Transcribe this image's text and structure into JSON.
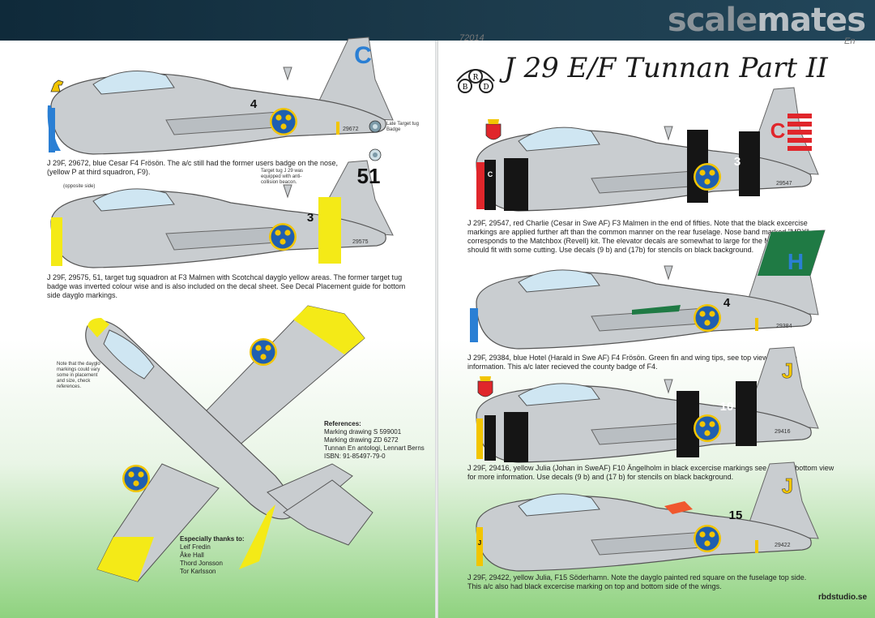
{
  "header": {
    "brand_part1": "scale",
    "brand_part2": "mates"
  },
  "sheet": {
    "kit_number": "72014",
    "language": "En",
    "title": "J 29 E/F Tunnan Part II",
    "website": "rbdstudio.se"
  },
  "left_page": {
    "aircraft1": {
      "tail_letter": "C",
      "fuselage_number": "4",
      "serial": "29672",
      "badge_caption": "Late Target tug Badge",
      "caption": "J 29F, 29672, blue Cesar F4 Frösön. The a/c still had the former users badge on the nose, (yellow P at third squadron, F9)."
    },
    "aircraft2": {
      "tail_number": "51",
      "fuselage_number": "3",
      "serial": "29575",
      "tow_note": "Target tug J 29 was equipped with anti-collision beacon.",
      "beacon_label": "(opposite side)",
      "caption": "J 29F, 29575, 51, target tug squadron at F3 Malmen with Scotchcal dayglo yellow areas. The former target tug badge was inverted colour wise and is also included on the decal sheet. See Decal Placement guide for bottom side dayglo markings."
    },
    "planform_note": "Note that the dayglo markings could vary some in placement and size, check references.",
    "references": {
      "heading": "References:",
      "items": [
        "Marking drawing S 599001",
        "Marking drawing ZD 6272",
        "Tunnan En antologi, Lennart Berns",
        "ISBN: 91-85497-79-0"
      ]
    },
    "thanks": {
      "heading": "Especially thanks to:",
      "names": [
        "Leif Fredin",
        "Åke Hall",
        "Thord Jonsson",
        "Tor Karlsson"
      ]
    }
  },
  "right_page": {
    "aircraft3": {
      "tail_letter": "C",
      "nose_letter": "C",
      "fuselage_number": "3",
      "serial": "29547",
      "caption": "J 29F, 29547, red Charlie (Cesar in Swe AF) F3 Malmen in the end of fifties. Note that the black excercise markings are applied further aft than the common manner on the rear fuselage. Nose band marked \"MBX\" corresponds to the Matchbox (Revell) kit. The elevator decals are somewhat to large for the Matchbox kit but should fit with some cutting. Use decals (9 b) and (17b) for stencils on black background."
    },
    "aircraft4": {
      "tail_letter": "H",
      "fuselage_number": "4",
      "serial": "29384",
      "caption": "J 29F, 29384, blue Hotel (Harald in Swe AF) F4 Frösön. Green fin and wing tips, see top view for more information. This a/c later recieved the county badge of F4."
    },
    "aircraft5": {
      "tail_letter": "J",
      "fuselage_number": "10",
      "serial": "29416",
      "caption": "J 29F, 29416, yellow Julia (Johan in SweAF) F10 Ängelholm in black excercise markings see top and bottom view for more information. Use decals (9 b) and (17 b) for stencils on black background."
    },
    "aircraft6": {
      "tail_letter": "J",
      "nose_letter": "J",
      "fuselage_number": "15",
      "serial": "29422",
      "caption": "J 29F, 29422, yellow Julia, F15 Söderhamn. Note the dayglo painted red square on the fuselage top side. This a/c also had black excercise marking on top and bottom side of the wings."
    }
  },
  "colors": {
    "aluminium": "#c9cdd0",
    "roundel_blue": "#1f5fb0",
    "roundel_yellow": "#f2c500",
    "dayglo_yellow": "#f4ea17",
    "exercise_black": "#151515",
    "red": "#e0262b",
    "green": "#1f7a44",
    "blue_letter": "#2a7fd4"
  }
}
